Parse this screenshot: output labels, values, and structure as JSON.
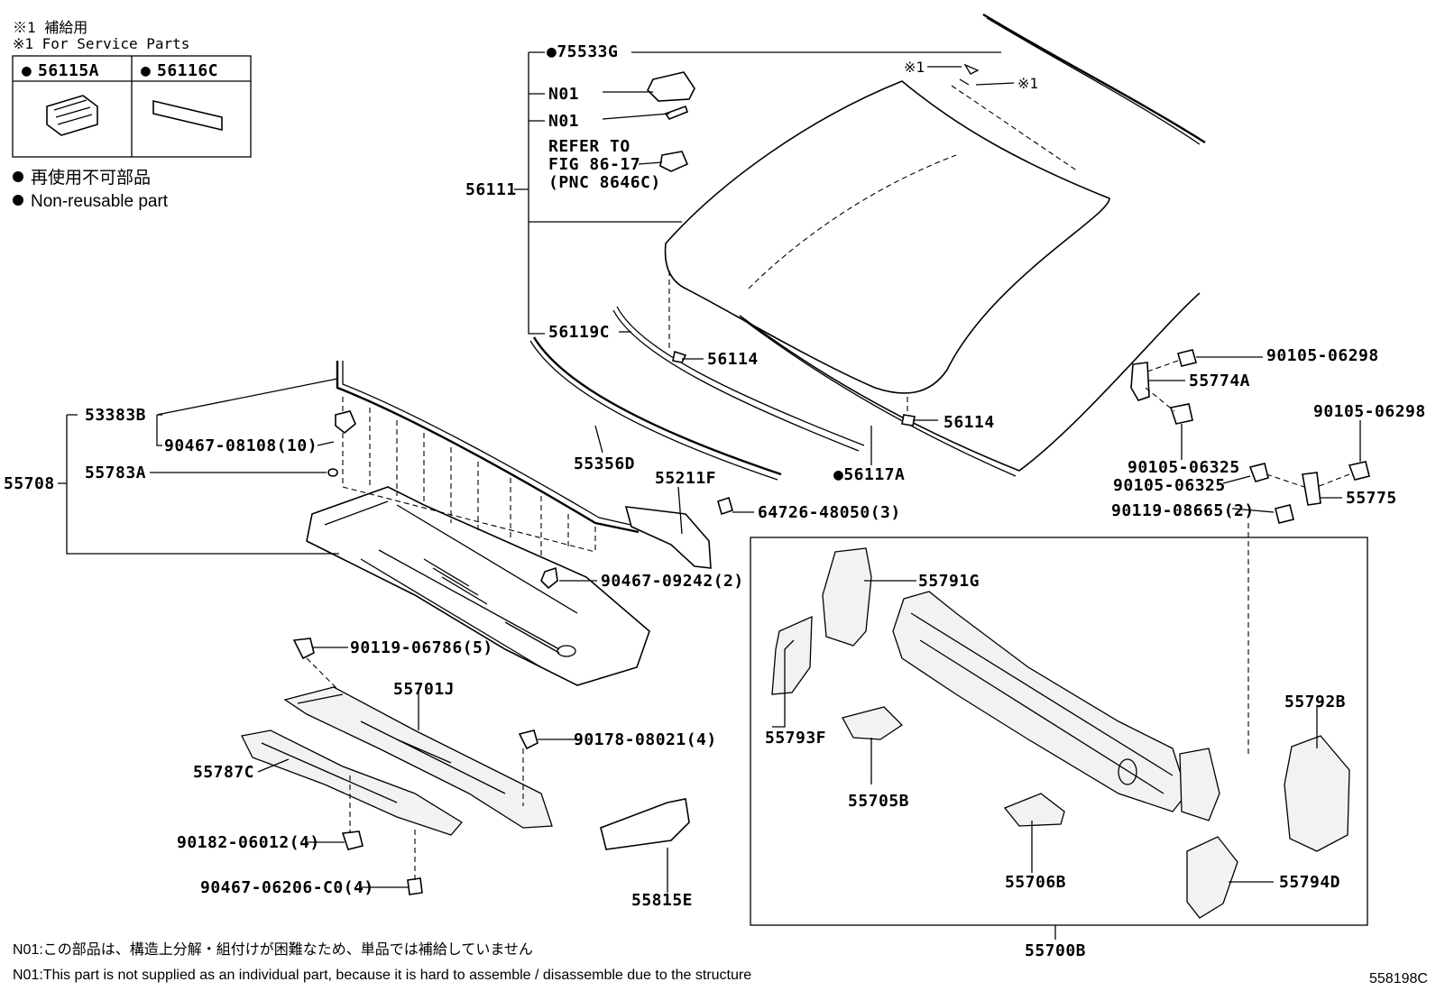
{
  "header": {
    "note_jp": "※1 補給用",
    "note_en": "※1 For Service Parts"
  },
  "service_parts": [
    {
      "marker": "●",
      "part": "56115A"
    },
    {
      "marker": "●",
      "part": "56116C"
    }
  ],
  "legend": {
    "jp": "再使用不可部品",
    "en": "Non-reusable part"
  },
  "labels": {
    "p75533G": "●75533G",
    "n01a": "N01",
    "n01b": "N01",
    "refer1": "REFER TO",
    "refer2": "FIG 86-17",
    "refer3": "(PNC 8646C)",
    "p56111": "56111",
    "star1a": "※1",
    "star1b": "※1",
    "p56119C": "56119C",
    "p56114a": "56114",
    "p56114b": "56114",
    "p56117A": "●56117A",
    "p53383B": "53383B",
    "p90467_08108": "90467-08108(10)",
    "p55783A": "55783A",
    "p55708": "55708",
    "p55356D": "55356D",
    "p55211F": "55211F",
    "p64726": "64726-48050(3)",
    "p90467_09242": "90467-09242(2)",
    "p90119_06786": "90119-06786(5)",
    "p55701J": "55701J",
    "p90178": "90178-08021(4)",
    "p55787C": "55787C",
    "p90182": "90182-06012(4)",
    "p90467_06206": "90467-06206-C0(4)",
    "p55815E": "55815E",
    "p90105_06298a": "90105-06298",
    "p55774A": "55774A",
    "p90105_06298b": "90105-06298",
    "p90105_06325a": "90105-06325",
    "p90105_06325b": "90105-06325",
    "p55775": "55775",
    "p90119_08665": "90119-08665(2)",
    "p55791G": "55791G",
    "p55793F": "55793F",
    "p55705B": "55705B",
    "p55792B": "55792B",
    "p55706B": "55706B",
    "p55794D": "55794D",
    "p55700B": "55700B"
  },
  "footer": {
    "n01_jp": "N01:この部品は、構造上分解・組付けが困難なため、単品では補給していません",
    "n01_en": "N01:This part is not supplied as an individual part, because it is hard to assemble / disassemble due to the structure",
    "figure_id": "558198C"
  }
}
